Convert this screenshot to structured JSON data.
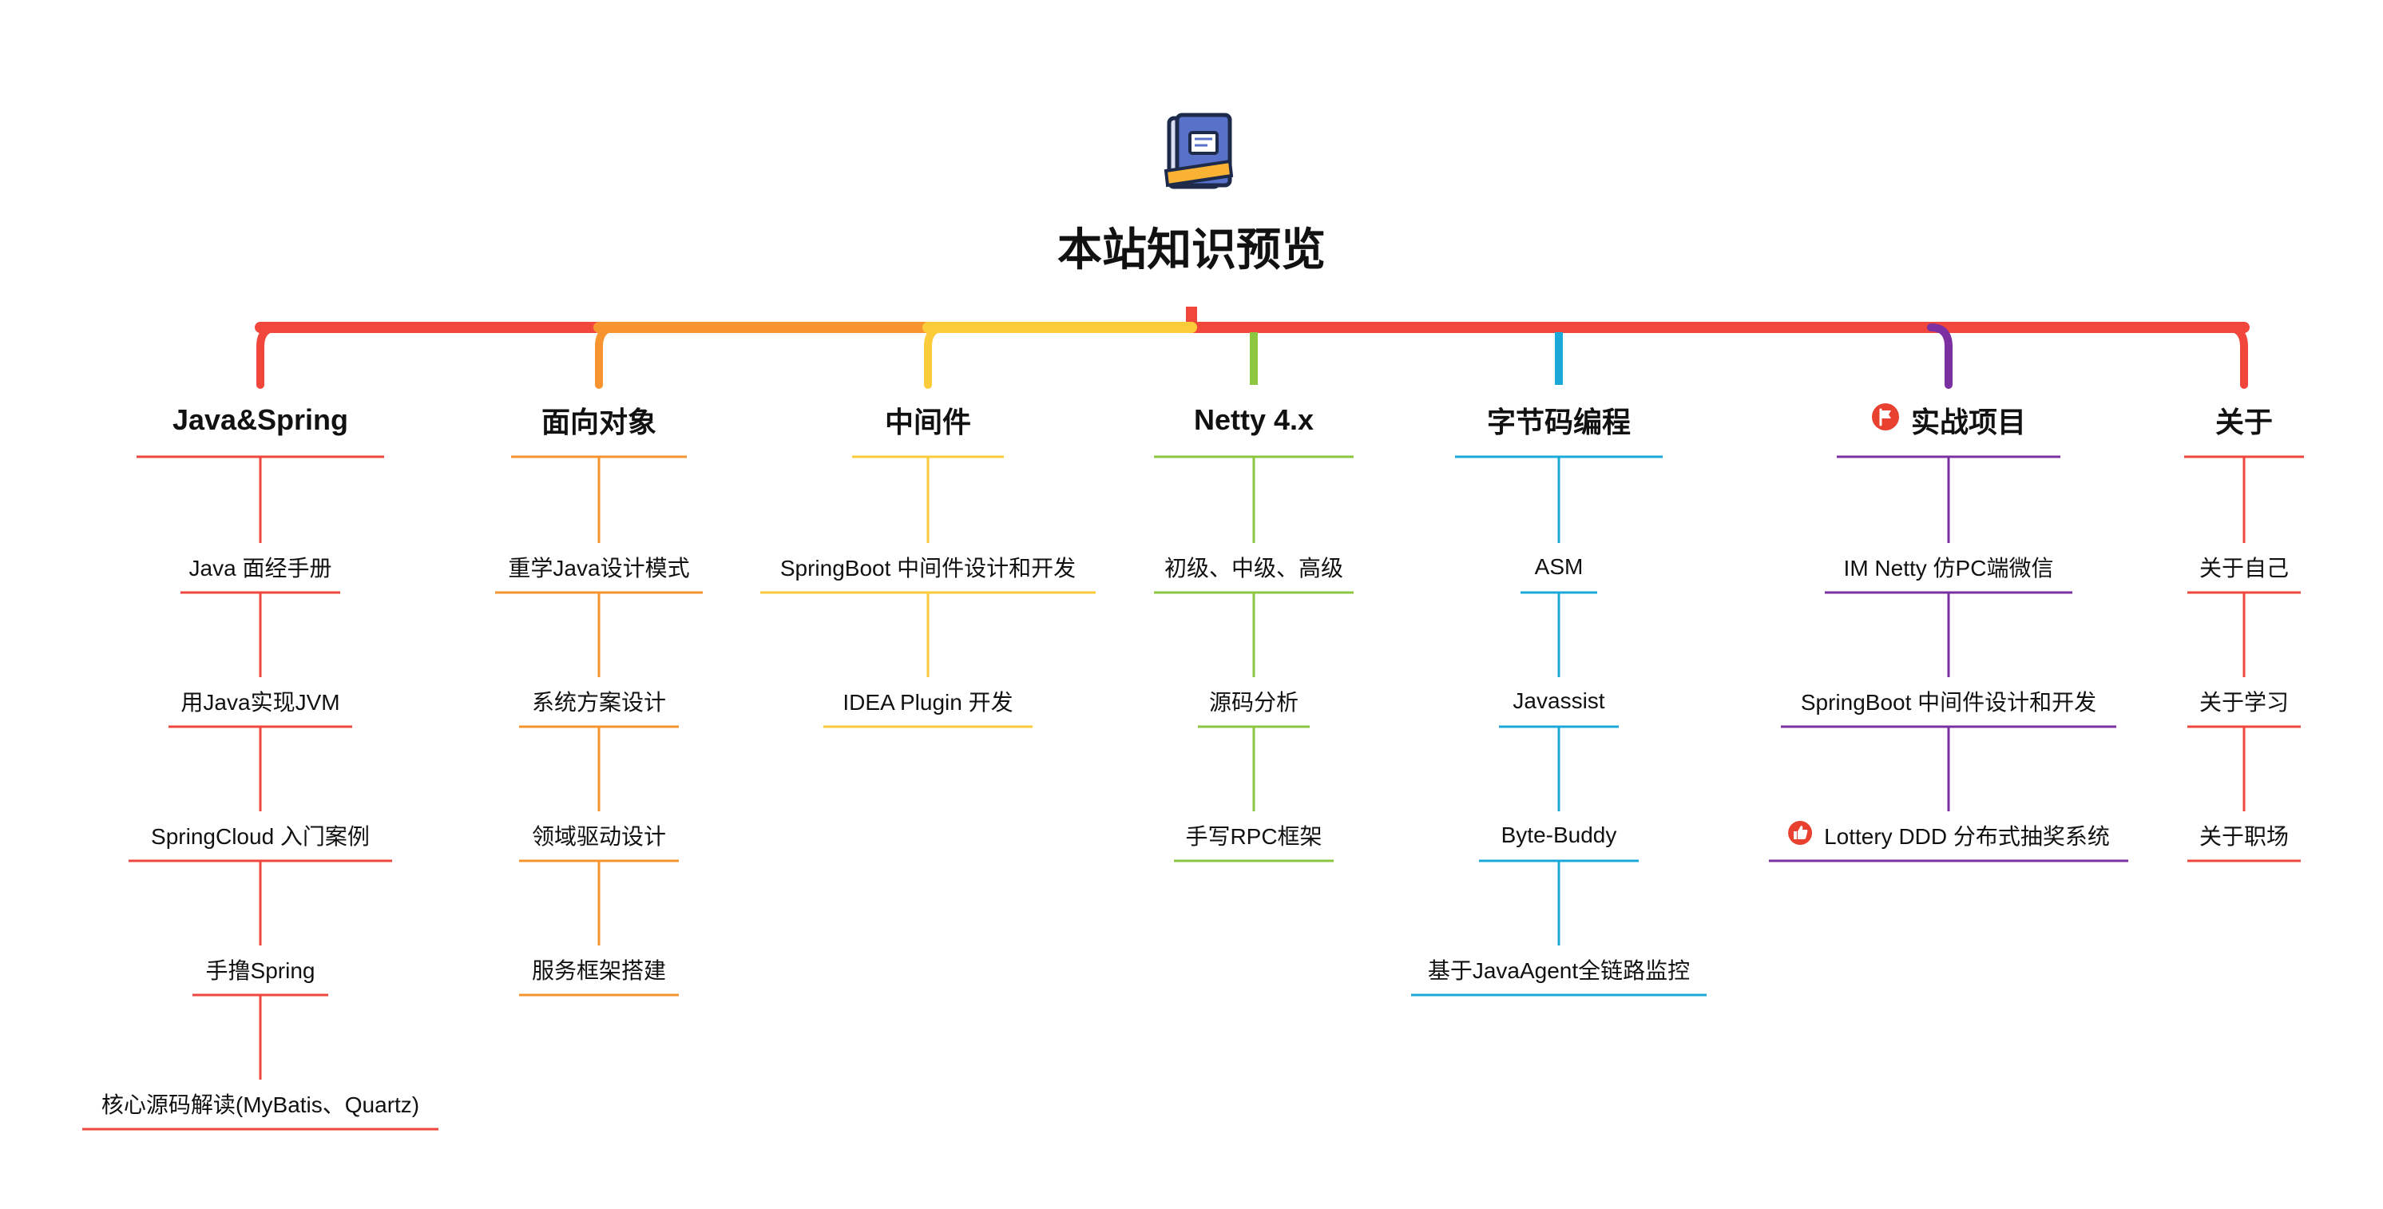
{
  "title": "本站知识预览",
  "icons": {
    "root": "book-icon",
    "flag": "flag-icon",
    "thumbs_up": "thumbs-up-icon"
  },
  "branches": [
    {
      "label": "Java&Spring",
      "color": "#F0463C",
      "items": [
        {
          "label": "Java 面经手册"
        },
        {
          "label": "用Java实现JVM"
        },
        {
          "label": "SpringCloud 入门案例"
        },
        {
          "label": "手撸Spring"
        },
        {
          "label": "核心源码解读(MyBatis、Quartz)"
        }
      ]
    },
    {
      "label": "面向对象",
      "color": "#F7942F",
      "items": [
        {
          "label": "重学Java设计模式"
        },
        {
          "label": "系统方案设计"
        },
        {
          "label": "领域驱动设计"
        },
        {
          "label": "服务框架搭建"
        }
      ]
    },
    {
      "label": "中间件",
      "color": "#FCCB3A",
      "items": [
        {
          "label": "SpringBoot 中间件设计和开发"
        },
        {
          "label": "IDEA Plugin 开发"
        }
      ]
    },
    {
      "label": "Netty 4.x",
      "color": "#8DC63F",
      "items": [
        {
          "label": "初级、中级、高级"
        },
        {
          "label": "源码分析"
        },
        {
          "label": "手写RPC框架"
        }
      ]
    },
    {
      "label": "字节码编程",
      "color": "#1BA9D8",
      "items": [
        {
          "label": "ASM"
        },
        {
          "label": "Javassist"
        },
        {
          "label": "Byte-Buddy"
        },
        {
          "label": "基于JavaAgent全链路监控"
        }
      ]
    },
    {
      "label": "实战项目",
      "color": "#7B2FA0",
      "icon": "flag-icon",
      "items": [
        {
          "label": "IM Netty 仿PC端微信"
        },
        {
          "label": "SpringBoot 中间件设计和开发"
        },
        {
          "label": "Lottery DDD 分布式抽奖系统",
          "icon": "thumbs-up-icon"
        }
      ]
    },
    {
      "label": "关于",
      "color": "#F0463C",
      "items": [
        {
          "label": "关于自己"
        },
        {
          "label": "关于学习"
        },
        {
          "label": "关于职场"
        }
      ]
    }
  ]
}
